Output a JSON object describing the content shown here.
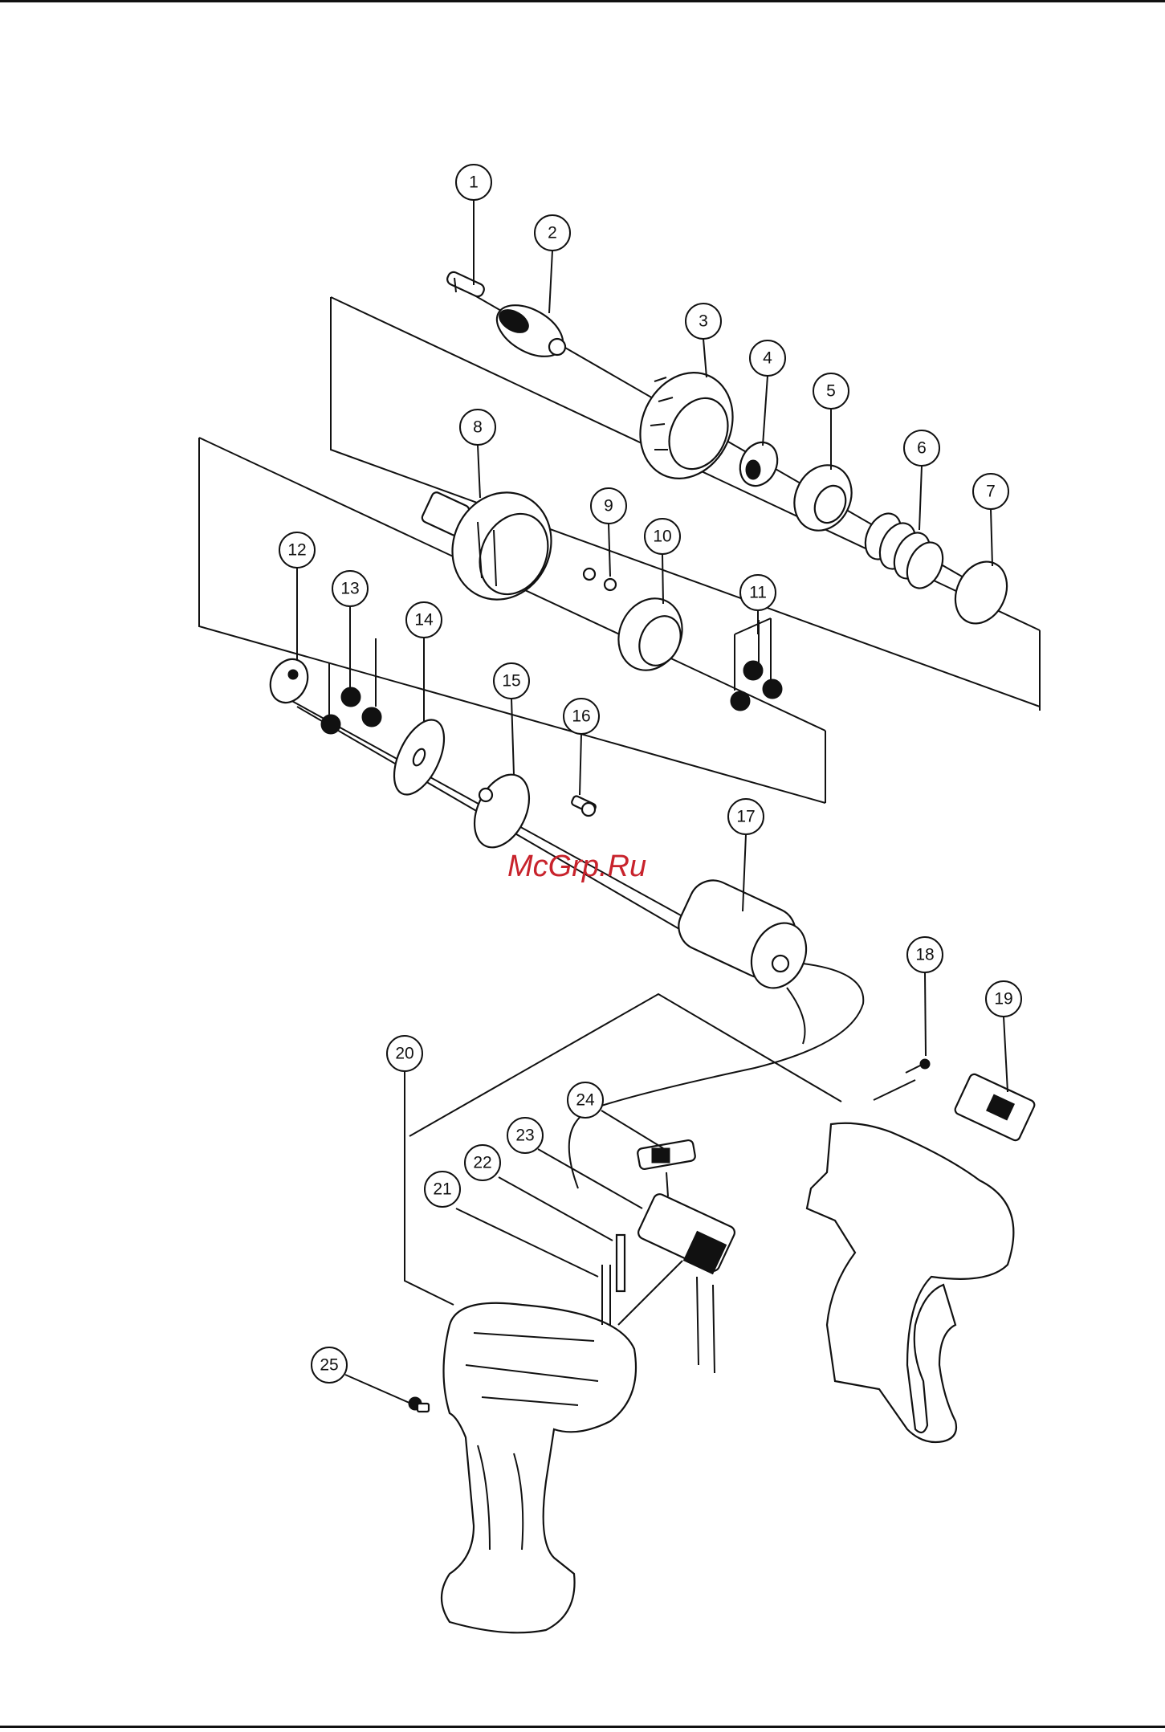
{
  "watermark": "McGrp.Ru",
  "callouts": [
    "1",
    "2",
    "3",
    "4",
    "5",
    "6",
    "7",
    "8",
    "9",
    "10",
    "11",
    "12",
    "13",
    "14",
    "15",
    "16",
    "17",
    "18",
    "19",
    "20",
    "21",
    "22",
    "23",
    "24",
    "25"
  ],
  "colors": {
    "line": "#111111",
    "watermark": "#c8232c",
    "background": "#ffffff"
  }
}
